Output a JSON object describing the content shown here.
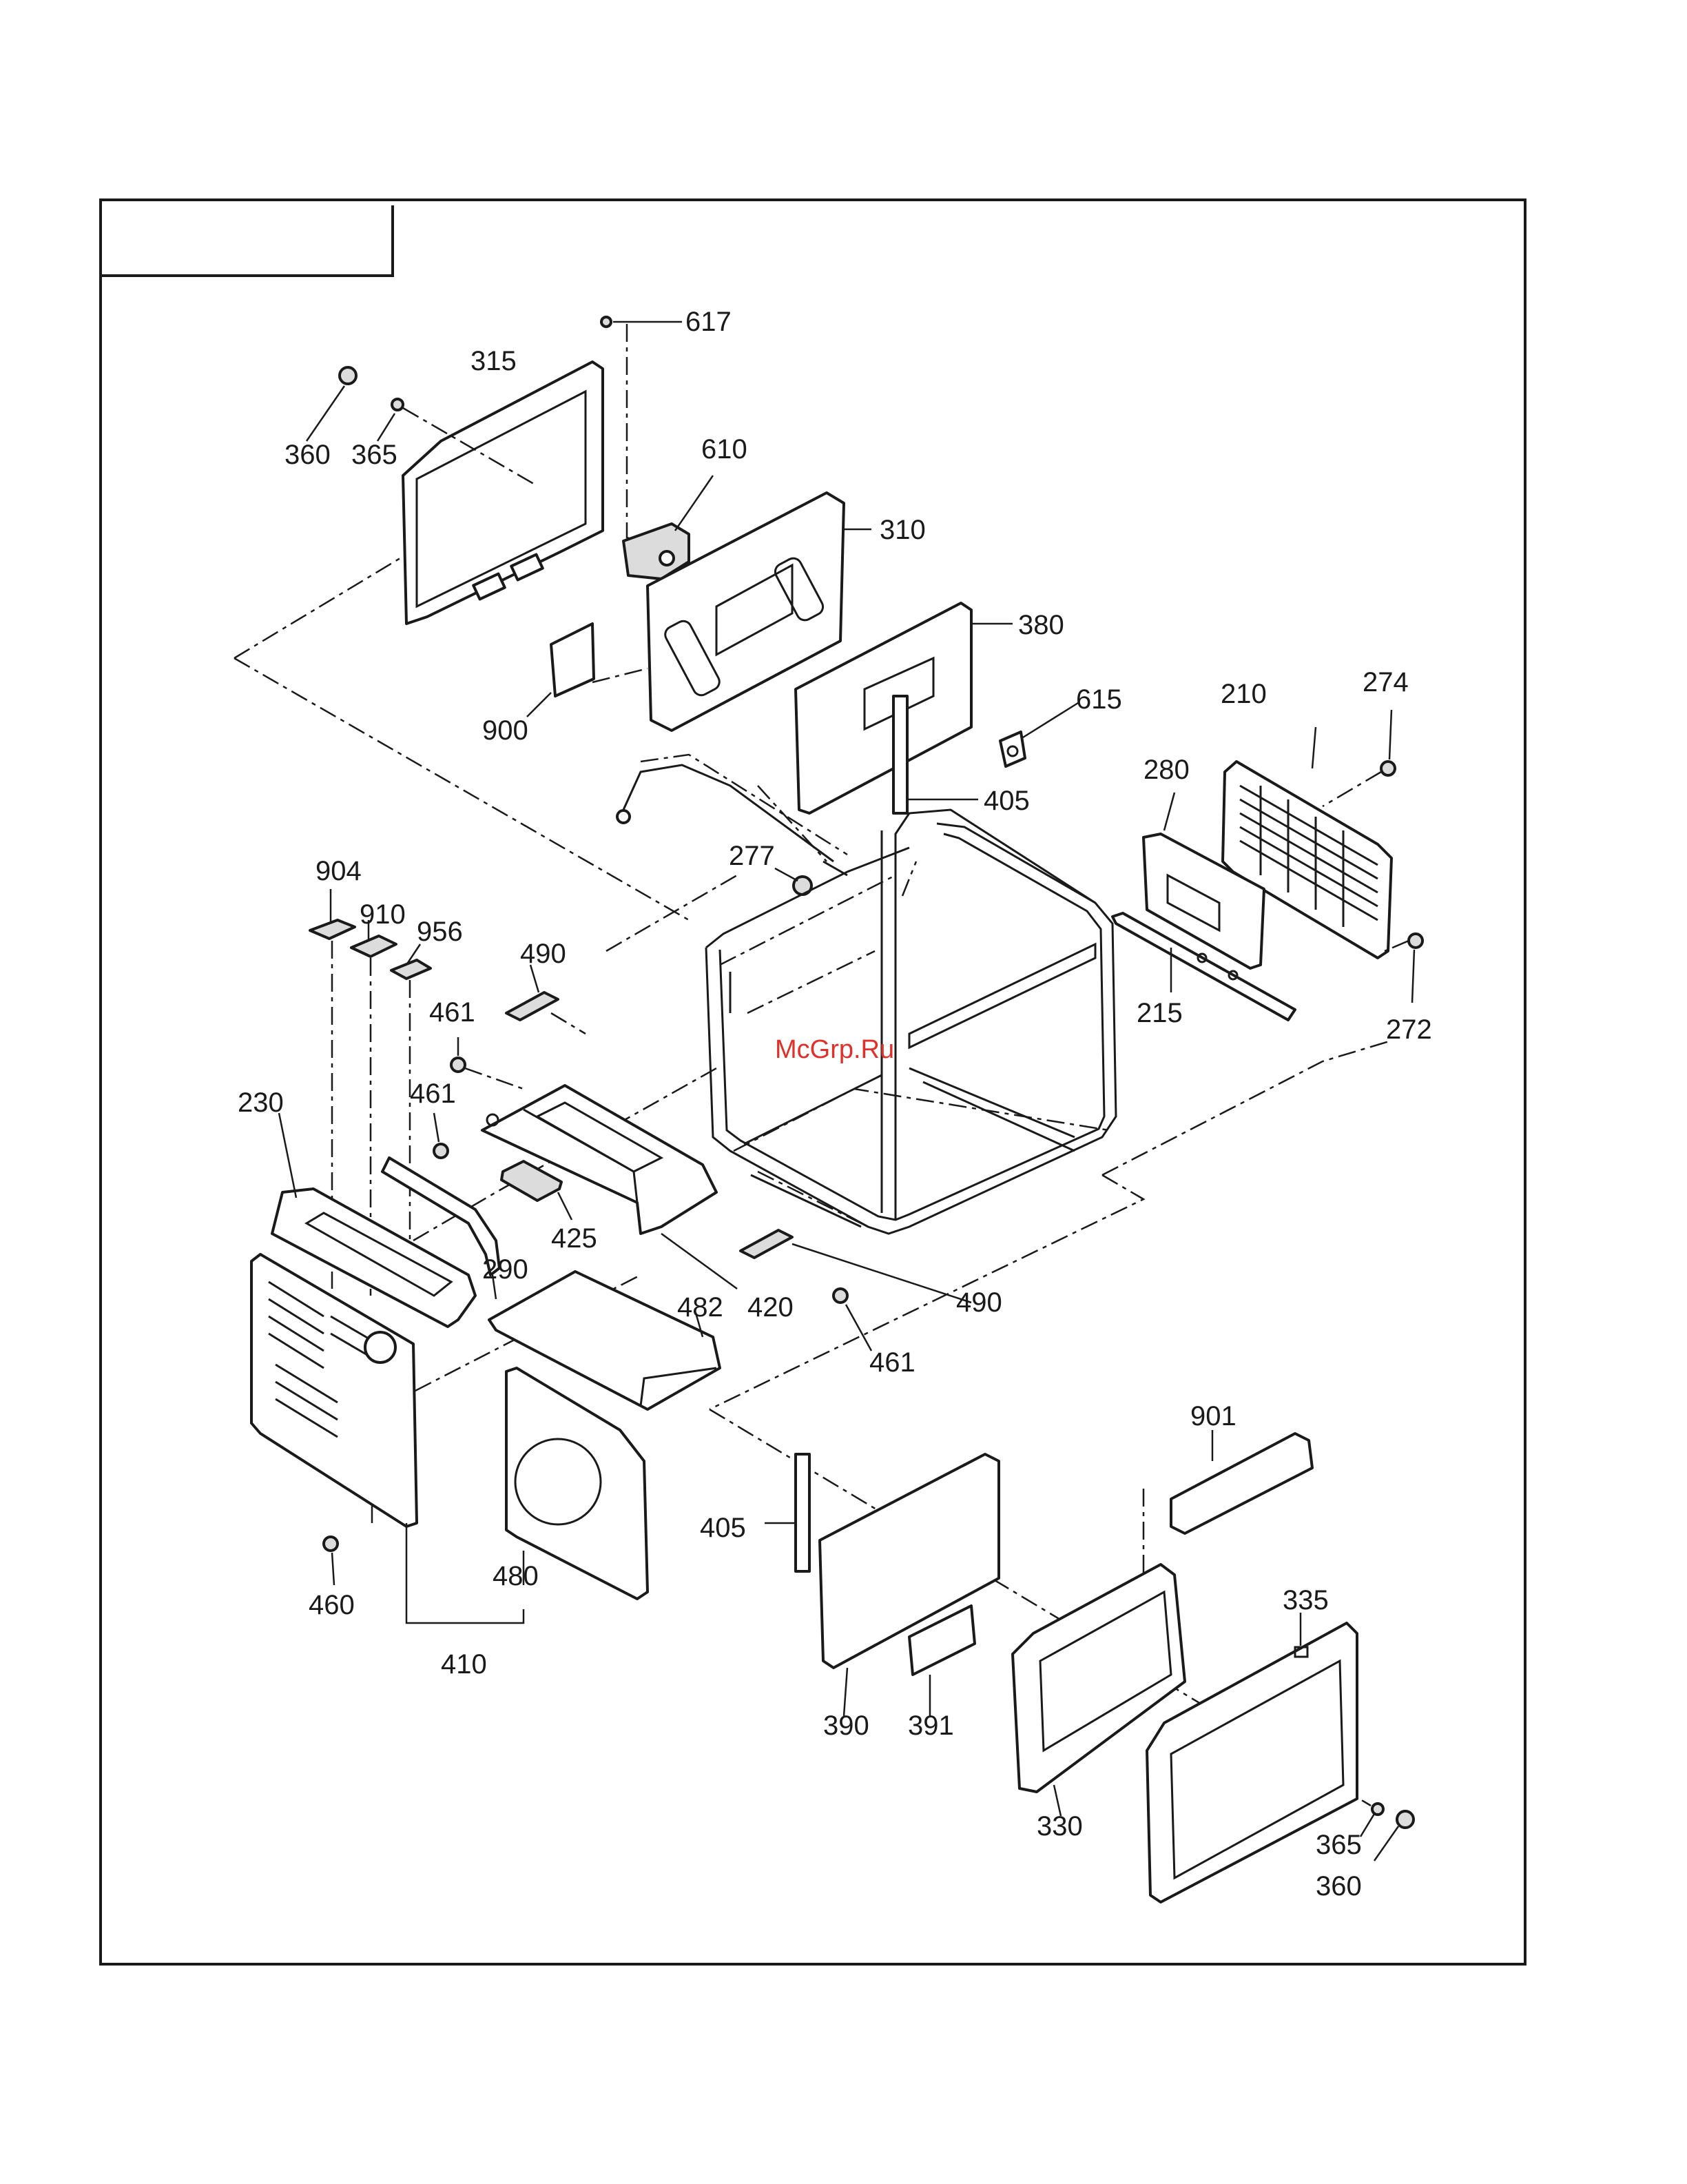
{
  "watermark": "McGrp.Ru",
  "callouts": {
    "c617": "617",
    "c315": "315",
    "c360a": "360",
    "c365a": "365",
    "c610": "610",
    "c310": "310",
    "c380": "380",
    "c900": "900",
    "c615": "615",
    "c405a": "405",
    "c210": "210",
    "c274": "274",
    "c280": "280",
    "c277": "277",
    "c215": "215",
    "c272": "272",
    "c904": "904",
    "c910": "910",
    "c956": "956",
    "c490a": "490",
    "c461a": "461",
    "c461b": "461",
    "c230": "230",
    "c425": "425",
    "c290": "290",
    "c482": "482",
    "c420": "420",
    "c490b": "490",
    "c461c": "461",
    "c901": "901",
    "c405b": "405",
    "c480": "480",
    "c460": "460",
    "c410": "410",
    "c335": "335",
    "c390": "390",
    "c391": "391",
    "c330": "330",
    "c365b": "365",
    "c360b": "360"
  }
}
